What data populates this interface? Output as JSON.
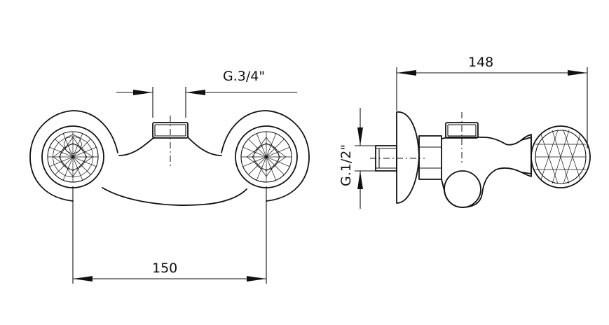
{
  "dimensions": {
    "inlet_thread": "G.3/4\"",
    "center_distance": "150",
    "depth": "148",
    "outlet_thread": "G.1/2\""
  }
}
